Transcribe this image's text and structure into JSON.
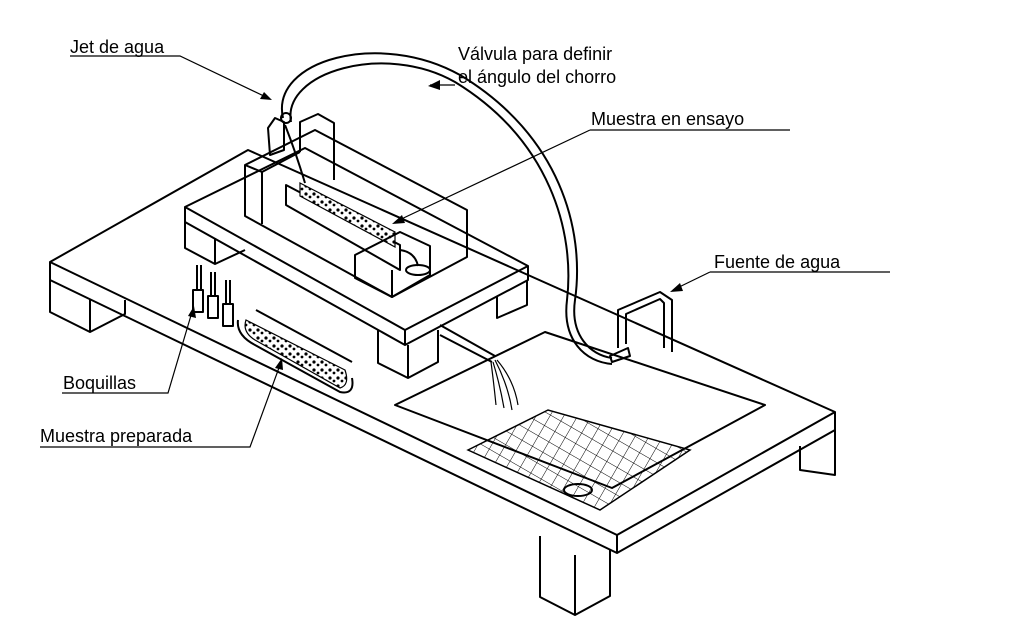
{
  "labels": {
    "jet": "Jet de agua",
    "valve_line1": "Válvula para definir",
    "valve_line2": "el ángulo del chorro",
    "sample_test": "Muestra en ensayo",
    "water_source": "Fuente de agua",
    "nozzles": "Boquillas",
    "sample_prepared": "Muestra preparada"
  }
}
